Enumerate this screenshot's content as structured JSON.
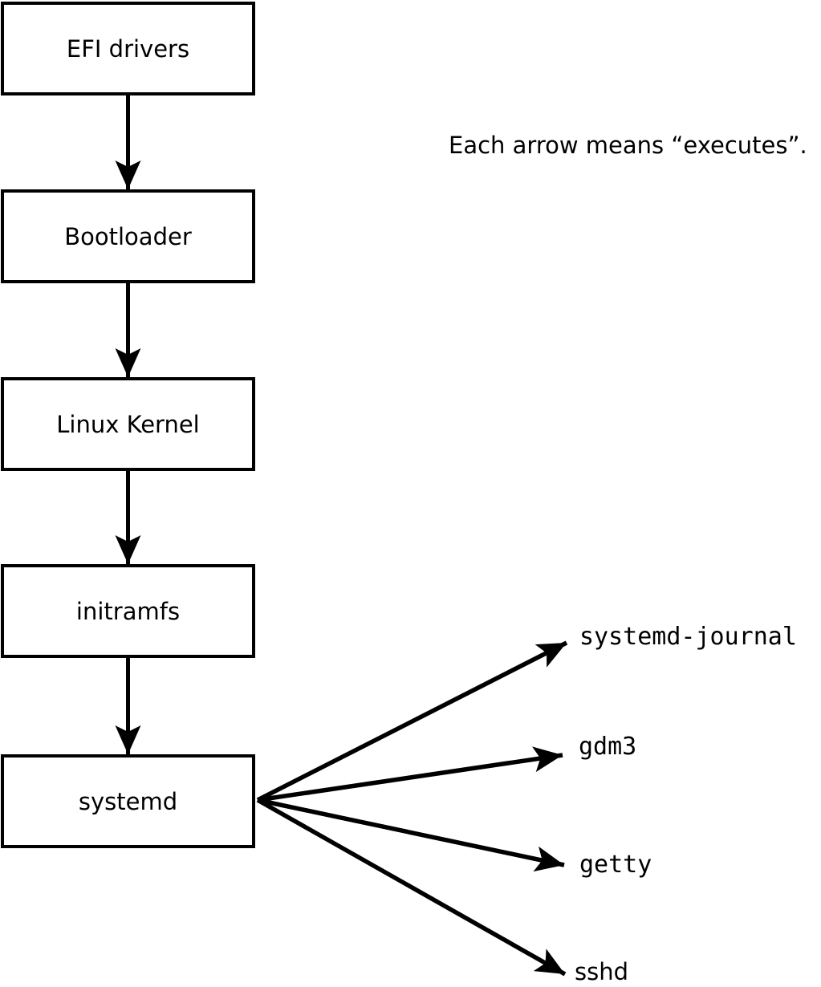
{
  "note": "Each arrow means “executes”.",
  "relation": "executes",
  "nodes": [
    {
      "label": "EFI drivers"
    },
    {
      "label": "Bootloader"
    },
    {
      "label": "Linux Kernel"
    },
    {
      "label": "initramfs"
    },
    {
      "label": "systemd"
    }
  ],
  "targets": [
    {
      "label": "systemd-journal"
    },
    {
      "label": "gdm3"
    },
    {
      "label": "getty"
    },
    {
      "label": "sshd"
    }
  ],
  "edges": [
    {
      "from": "EFI drivers",
      "to": "Bootloader",
      "relation": "executes"
    },
    {
      "from": "Bootloader",
      "to": "Linux Kernel",
      "relation": "executes"
    },
    {
      "from": "Linux Kernel",
      "to": "initramfs",
      "relation": "executes"
    },
    {
      "from": "initramfs",
      "to": "systemd",
      "relation": "executes"
    },
    {
      "from": "systemd",
      "to": "systemd-journal",
      "relation": "executes"
    },
    {
      "from": "systemd",
      "to": "gdm3",
      "relation": "executes"
    },
    {
      "from": "systemd",
      "to": "getty",
      "relation": "executes"
    },
    {
      "from": "systemd",
      "to": "sshd",
      "relation": "executes"
    }
  ],
  "colors": {
    "stroke": "#000000",
    "background": "#ffffff",
    "text": "#000000"
  }
}
